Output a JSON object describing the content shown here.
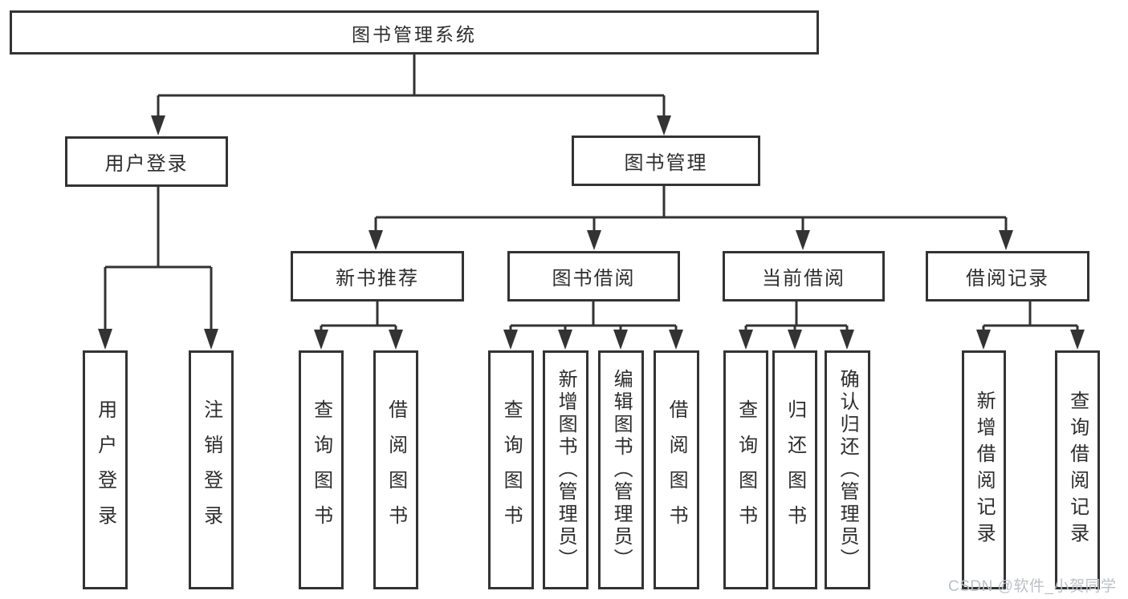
{
  "colors": {
    "line": "#333333",
    "text": "#2d2d2d",
    "background": "#ffffff",
    "watermark": "#bcc0c6"
  },
  "watermark": {
    "text": "CSDN @软件_小贺同学"
  },
  "tree": {
    "root": {
      "label": "图书管理系统"
    },
    "login": {
      "label": "用户登录",
      "children": [
        {
          "label": "用户登录"
        },
        {
          "label": "注销登录"
        }
      ]
    },
    "mgmt": {
      "label": "图书管理",
      "modules": [
        {
          "label": "新书推荐",
          "children": [
            {
              "label": "查询图书"
            },
            {
              "label": "借阅图书"
            }
          ]
        },
        {
          "label": "图书借阅",
          "children": [
            {
              "label": "查询图书"
            },
            {
              "label": "新增图书（管理员）"
            },
            {
              "label": "编辑图书（管理员）"
            },
            {
              "label": "借阅图书"
            }
          ]
        },
        {
          "label": "当前借阅",
          "children": [
            {
              "label": "查询图书"
            },
            {
              "label": "归还图书"
            },
            {
              "label": "确认归还（管理员）"
            }
          ]
        },
        {
          "label": "借阅记录",
          "children": [
            {
              "label": "新增借阅记录"
            },
            {
              "label": "查询借阅记录"
            }
          ]
        }
      ]
    }
  }
}
